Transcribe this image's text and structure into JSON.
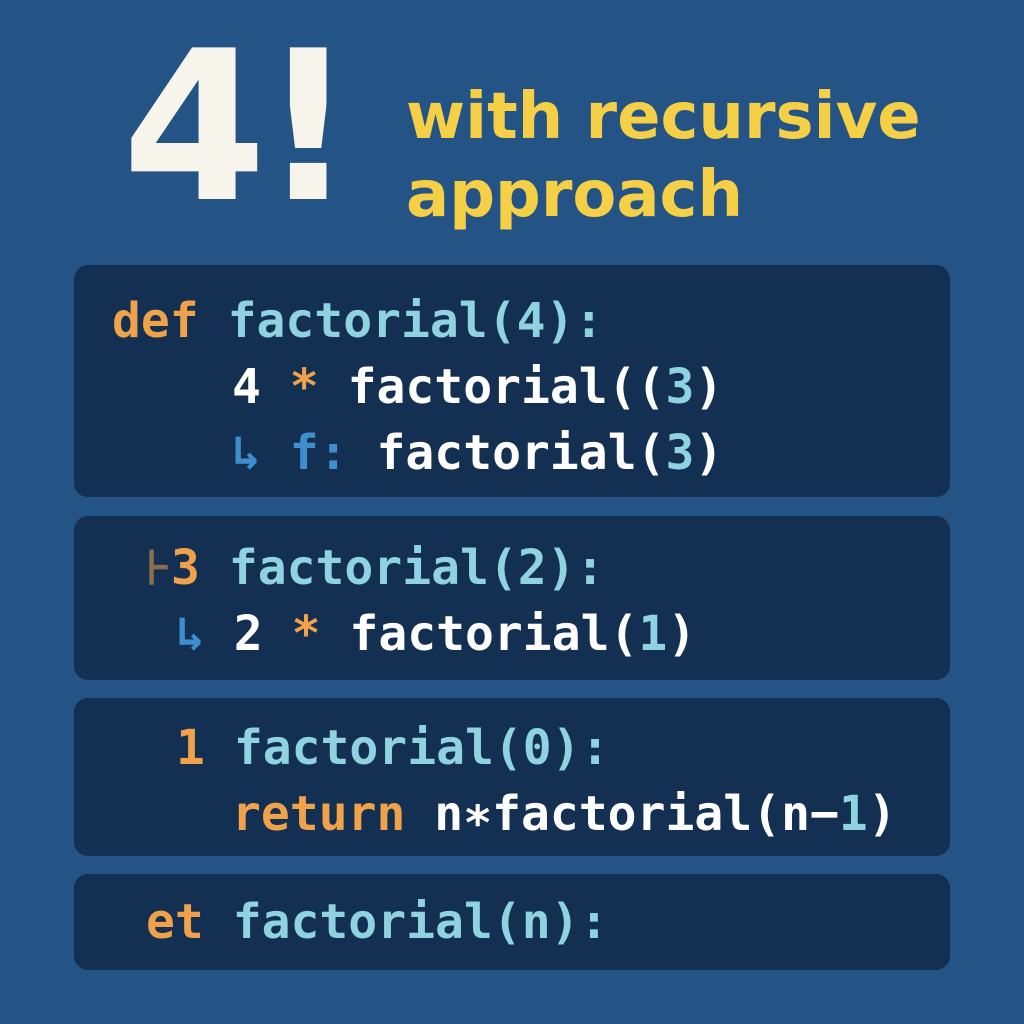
{
  "heading": {
    "big": "4!",
    "line1": "with recursive",
    "line2": "approach"
  },
  "panels": [
    {
      "lines": [
        {
          "parts": [
            [
              "kw",
              "def"
            ],
            [
              "wh",
              " "
            ],
            [
              "fn",
              "factorial(4):"
            ]
          ]
        },
        {
          "parts": [
            [
              "wh",
              "4 "
            ],
            [
              "op",
              "*"
            ],
            [
              "wh",
              " factorial(("
            ],
            [
              "nm",
              "3"
            ],
            [
              "wh",
              ")"
            ]
          ]
        },
        {
          "parts": [
            [
              "arrow",
              "↳ f"
            ],
            [
              "arrow",
              ":"
            ],
            [
              "wh",
              " factorial("
            ],
            [
              "nm",
              "3"
            ],
            [
              "wh",
              ")"
            ]
          ]
        }
      ]
    },
    {
      "lines": [
        {
          "parts": [
            [
              "faint",
              "⊦"
            ],
            [
              "kw",
              "3"
            ],
            [
              "wh",
              " "
            ],
            [
              "fn",
              "factorial(2):"
            ]
          ]
        },
        {
          "parts": [
            [
              "arrow",
              "↳"
            ],
            [
              "wh",
              " 2 "
            ],
            [
              "op",
              "*"
            ],
            [
              "wh",
              " factorial("
            ],
            [
              "nm",
              "1"
            ],
            [
              "wh",
              ")"
            ]
          ]
        }
      ]
    },
    {
      "lines": [
        {
          "parts": [
            [
              "kw",
              "1"
            ],
            [
              "wh",
              " "
            ],
            [
              "fn",
              "factorial(0):"
            ]
          ]
        },
        {
          "parts": [
            [
              "kw",
              "return"
            ],
            [
              "wh",
              " n∗factorial(n"
            ],
            [
              "wh",
              "−"
            ],
            [
              "nm",
              "1"
            ],
            [
              "wh",
              ")"
            ]
          ]
        }
      ]
    },
    {
      "lines": [
        {
          "parts": [
            [
              "kw",
              "et"
            ],
            [
              "wh",
              " "
            ],
            [
              "fn",
              "factorial(n):"
            ]
          ]
        }
      ]
    }
  ]
}
